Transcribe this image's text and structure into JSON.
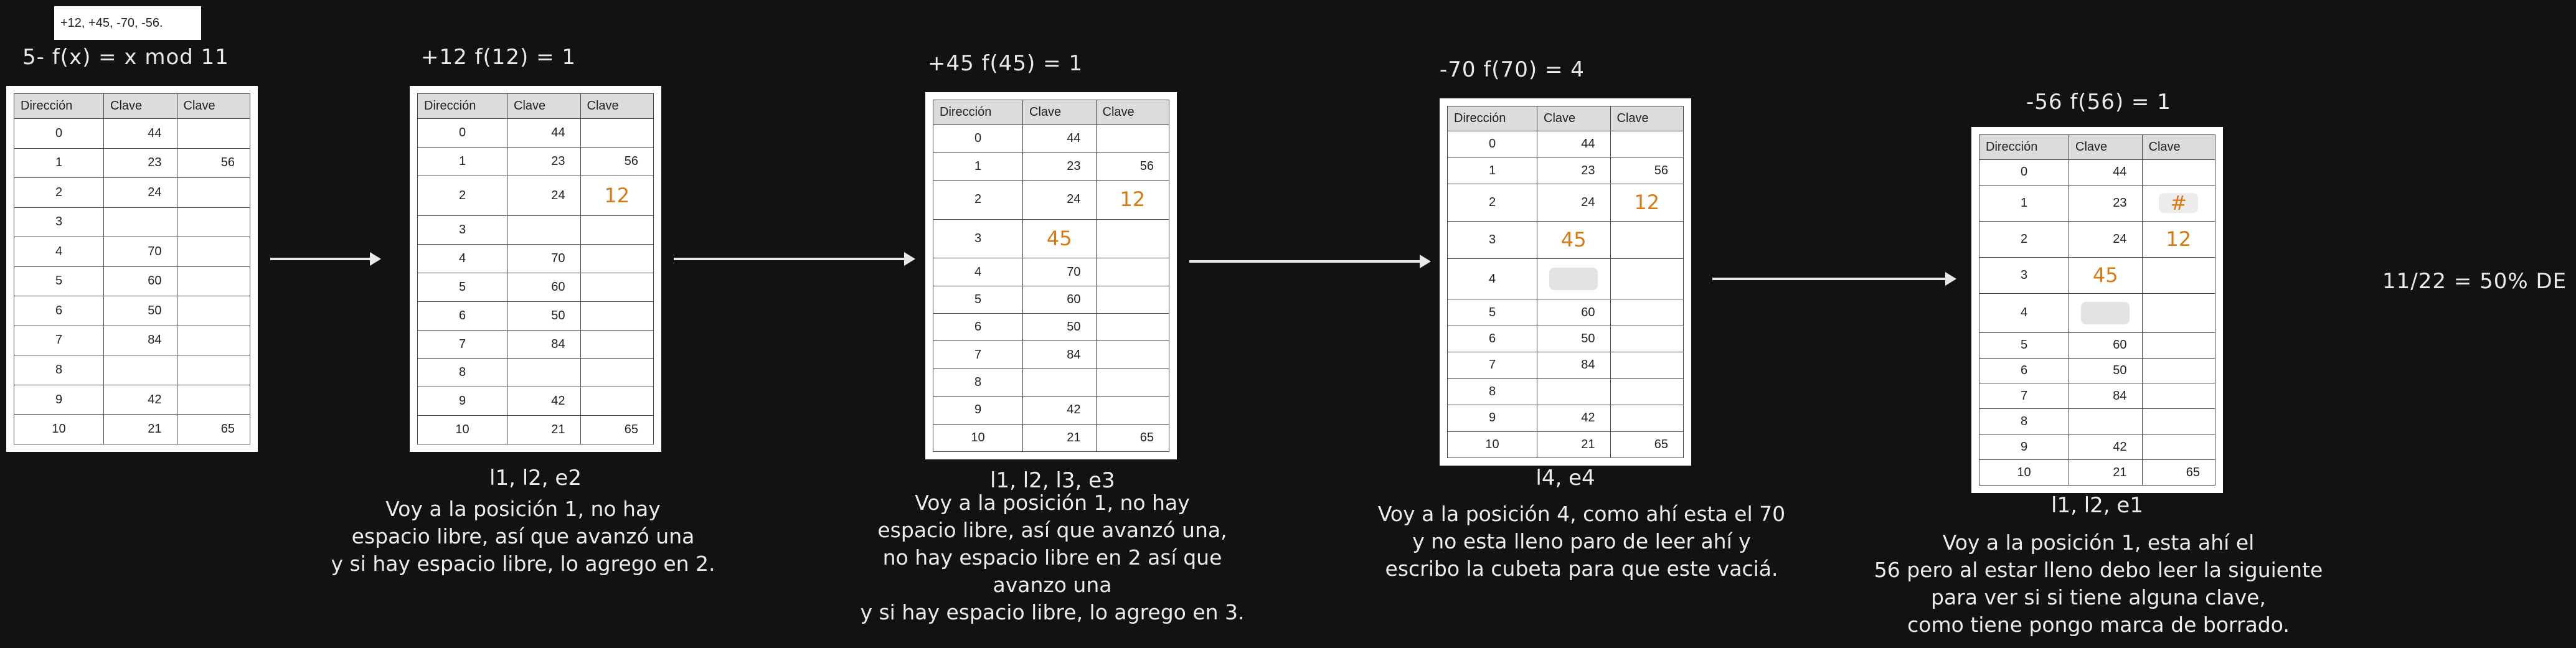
{
  "input_sequence": "+12, +45, -70, -56.",
  "function_label": "5- f(x) = x mod 11",
  "headers": [
    "Dirección",
    "Clave",
    "Clave"
  ],
  "tables": [
    {
      "title": "",
      "rows": [
        {
          "addr": "0",
          "k1": "44",
          "k2": ""
        },
        {
          "addr": "1",
          "k1": "23",
          "k2": "56"
        },
        {
          "addr": "2",
          "k1": "24",
          "k2": ""
        },
        {
          "addr": "3",
          "k1": "",
          "k2": ""
        },
        {
          "addr": "4",
          "k1": "70",
          "k2": ""
        },
        {
          "addr": "5",
          "k1": "60",
          "k2": ""
        },
        {
          "addr": "6",
          "k1": "50",
          "k2": ""
        },
        {
          "addr": "7",
          "k1": "84",
          "k2": ""
        },
        {
          "addr": "8",
          "k1": "",
          "k2": ""
        },
        {
          "addr": "9",
          "k1": "42",
          "k2": ""
        },
        {
          "addr": "10",
          "k1": "21",
          "k2": "65"
        }
      ]
    },
    {
      "title": "+12 f(12) = 1",
      "rows": [
        {
          "addr": "0",
          "k1": "44",
          "k2": ""
        },
        {
          "addr": "1",
          "k1": "23",
          "k2": "56"
        },
        {
          "addr": "2",
          "k1": "24",
          "k2": "12"
        },
        {
          "addr": "3",
          "k1": "",
          "k2": ""
        },
        {
          "addr": "4",
          "k1": "70",
          "k2": ""
        },
        {
          "addr": "5",
          "k1": "60",
          "k2": ""
        },
        {
          "addr": "6",
          "k1": "50",
          "k2": ""
        },
        {
          "addr": "7",
          "k1": "84",
          "k2": ""
        },
        {
          "addr": "8",
          "k1": "",
          "k2": ""
        },
        {
          "addr": "9",
          "k1": "42",
          "k2": ""
        },
        {
          "addr": "10",
          "k1": "21",
          "k2": "65"
        }
      ],
      "reads": "l1, l2, e2",
      "note": [
        "Voy a la posición 1, no hay",
        "espacio libre, así que avanzó una",
        "y si hay espacio libre, lo agrego en 2."
      ]
    },
    {
      "title": "+45 f(45) = 1",
      "rows": [
        {
          "addr": "0",
          "k1": "44",
          "k2": ""
        },
        {
          "addr": "1",
          "k1": "23",
          "k2": "56"
        },
        {
          "addr": "2",
          "k1": "24",
          "k2": "12"
        },
        {
          "addr": "3",
          "k1": "45",
          "k2": ""
        },
        {
          "addr": "4",
          "k1": "70",
          "k2": ""
        },
        {
          "addr": "5",
          "k1": "60",
          "k2": ""
        },
        {
          "addr": "6",
          "k1": "50",
          "k2": ""
        },
        {
          "addr": "7",
          "k1": "84",
          "k2": ""
        },
        {
          "addr": "8",
          "k1": "",
          "k2": ""
        },
        {
          "addr": "9",
          "k1": "42",
          "k2": ""
        },
        {
          "addr": "10",
          "k1": "21",
          "k2": "65"
        }
      ],
      "reads": "l1, l2, l3, e3",
      "note": [
        "Voy a la posición 1, no hay",
        "espacio libre, así que avanzó una,",
        "no hay espacio libre en 2 así que",
        "avanzo una",
        "y si hay espacio libre, lo agrego en 3."
      ]
    },
    {
      "title": "-70 f(70) = 4",
      "rows": [
        {
          "addr": "0",
          "k1": "44",
          "k2": ""
        },
        {
          "addr": "1",
          "k1": "23",
          "k2": "56"
        },
        {
          "addr": "2",
          "k1": "24",
          "k2": "12"
        },
        {
          "addr": "3",
          "k1": "45",
          "k2": ""
        },
        {
          "addr": "4",
          "k1": "",
          "k2": ""
        },
        {
          "addr": "5",
          "k1": "60",
          "k2": ""
        },
        {
          "addr": "6",
          "k1": "50",
          "k2": ""
        },
        {
          "addr": "7",
          "k1": "84",
          "k2": ""
        },
        {
          "addr": "8",
          "k1": "",
          "k2": ""
        },
        {
          "addr": "9",
          "k1": "42",
          "k2": ""
        },
        {
          "addr": "10",
          "k1": "21",
          "k2": "65"
        }
      ],
      "reads": "l4, e4",
      "note": [
        "Voy a la posición 4, como ahí esta el 70",
        "y no esta lleno paro de leer ahí y",
        "escribo la cubeta para que este vaciá."
      ]
    },
    {
      "title": "-56 f(56) = 1",
      "rows": [
        {
          "addr": "0",
          "k1": "44",
          "k2": ""
        },
        {
          "addr": "1",
          "k1": "23",
          "k2": "#"
        },
        {
          "addr": "2",
          "k1": "24",
          "k2": "12"
        },
        {
          "addr": "3",
          "k1": "45",
          "k2": ""
        },
        {
          "addr": "4",
          "k1": "",
          "k2": ""
        },
        {
          "addr": "5",
          "k1": "60",
          "k2": ""
        },
        {
          "addr": "6",
          "k1": "50",
          "k2": ""
        },
        {
          "addr": "7",
          "k1": "84",
          "k2": ""
        },
        {
          "addr": "8",
          "k1": "",
          "k2": ""
        },
        {
          "addr": "9",
          "k1": "42",
          "k2": ""
        },
        {
          "addr": "10",
          "k1": "21",
          "k2": "65"
        }
      ],
      "reads": "l1, l2, e1",
      "note": [
        "Voy a la posición 1, esta ahí el",
        "56 pero al estar lleno debo leer la siguiente",
        "para ver si si tiene alguna clave,",
        "como tiene pongo marca de borrado."
      ]
    }
  ],
  "result": "11/22 = 50% DE"
}
